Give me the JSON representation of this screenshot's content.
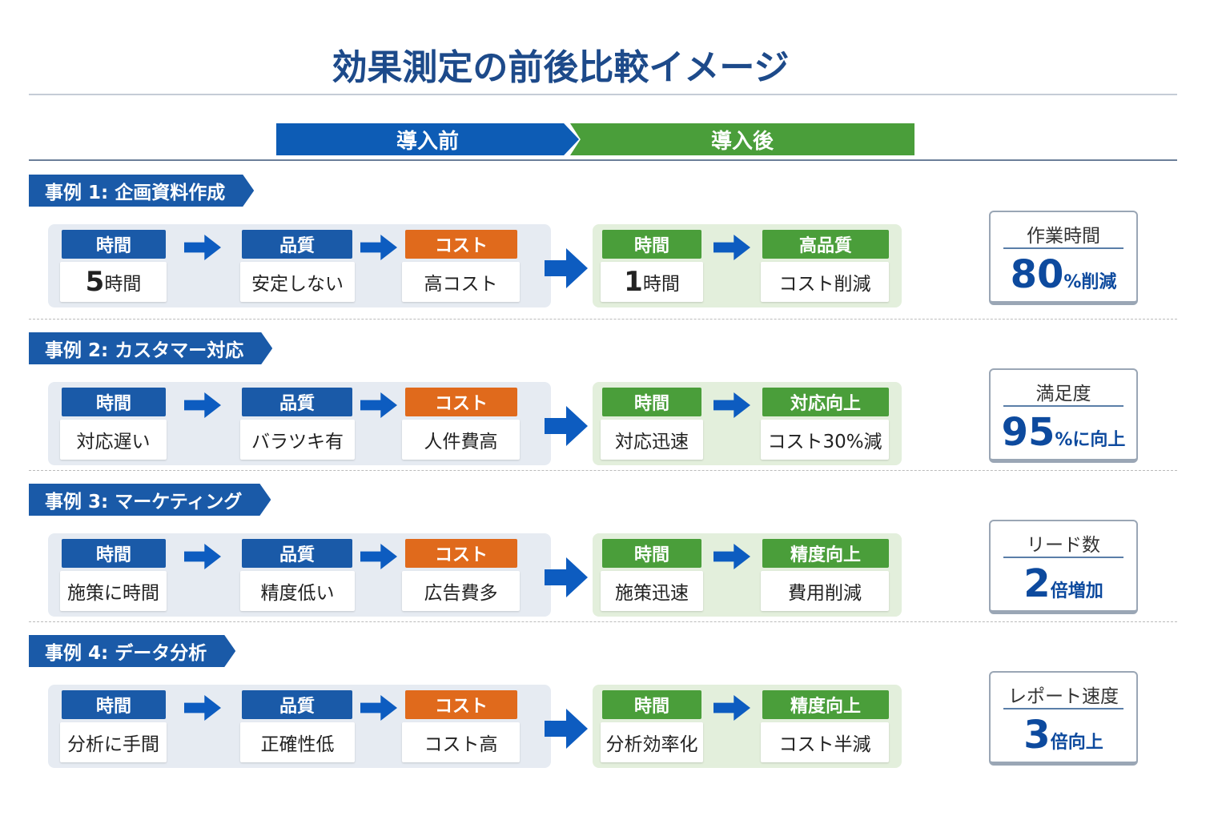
{
  "title": "効果測定の前後比較イメージ",
  "phases": {
    "before": "導入前",
    "after": "導入後"
  },
  "colors": {
    "before": "#0d5cb5",
    "after": "#4a9e3a",
    "cost": "#e06a1c",
    "result": "#0d4a9e"
  },
  "cases": [
    {
      "tag": "事例 1: 企画資料作成",
      "before": [
        {
          "label": "時間",
          "num": "5",
          "value": "時間"
        },
        {
          "label": "品質",
          "value": "安定しない"
        },
        {
          "label": "コスト",
          "value": "高コスト"
        }
      ],
      "after": [
        {
          "label": "時間",
          "num": "1",
          "value": "時間"
        },
        {
          "label": "高品質",
          "value": "コスト削減"
        }
      ],
      "result": {
        "title": "作業時間",
        "num": "80",
        "unit": "%削減"
      }
    },
    {
      "tag": "事例 2: カスタマー対応",
      "before": [
        {
          "label": "時間",
          "value": "対応遅い"
        },
        {
          "label": "品質",
          "value": "バラツキ有"
        },
        {
          "label": "コスト",
          "value": "人件費高"
        }
      ],
      "after": [
        {
          "label": "時間",
          "value": "対応迅速"
        },
        {
          "label": "対応向上",
          "value": "コスト30%減"
        }
      ],
      "result": {
        "title": "満足度",
        "num": "95",
        "unit": "%に向上"
      }
    },
    {
      "tag": "事例 3: マーケティング",
      "before": [
        {
          "label": "時間",
          "value": "施策に時間"
        },
        {
          "label": "品質",
          "value": "精度低い"
        },
        {
          "label": "コスト",
          "value": "広告費多"
        }
      ],
      "after": [
        {
          "label": "時間",
          "value": "施策迅速"
        },
        {
          "label": "精度向上",
          "value": "費用削減"
        }
      ],
      "result": {
        "title": "リード数",
        "num": "2",
        "unit": "倍増加"
      }
    },
    {
      "tag": "事例 4: データ分析",
      "before": [
        {
          "label": "時間",
          "value": "分析に手間"
        },
        {
          "label": "品質",
          "value": "正確性低"
        },
        {
          "label": "コスト",
          "value": "コスト高"
        }
      ],
      "after": [
        {
          "label": "時間",
          "value": "分析効率化"
        },
        {
          "label": "精度向上",
          "value": "コスト半減"
        }
      ],
      "result": {
        "title": "レポート速度",
        "num": "3",
        "unit": "倍向上"
      }
    }
  ]
}
